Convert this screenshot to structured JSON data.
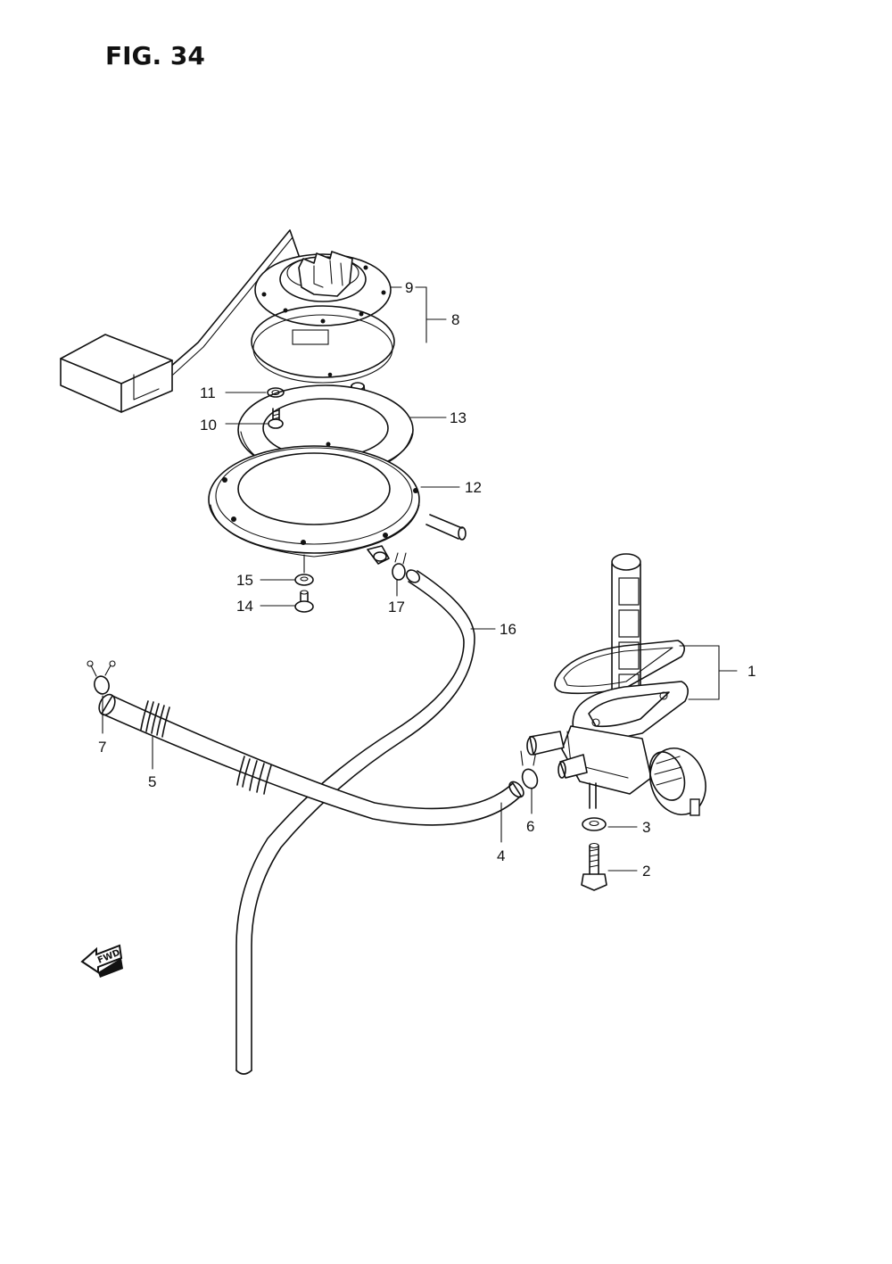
{
  "figure": {
    "title": "FIG. 34"
  },
  "callouts": {
    "c1": "1",
    "c2": "2",
    "c3": "3",
    "c4": "4",
    "c5": "5",
    "c6": "6",
    "c7": "7",
    "c8": "8",
    "c9": "9",
    "c10": "10",
    "c11": "11",
    "c12": "12",
    "c13": "13",
    "c14": "14",
    "c15": "15",
    "c16": "16",
    "c17": "17"
  },
  "direction_marker": {
    "label": "FWD",
    "icon": "forward-arrow-icon"
  }
}
